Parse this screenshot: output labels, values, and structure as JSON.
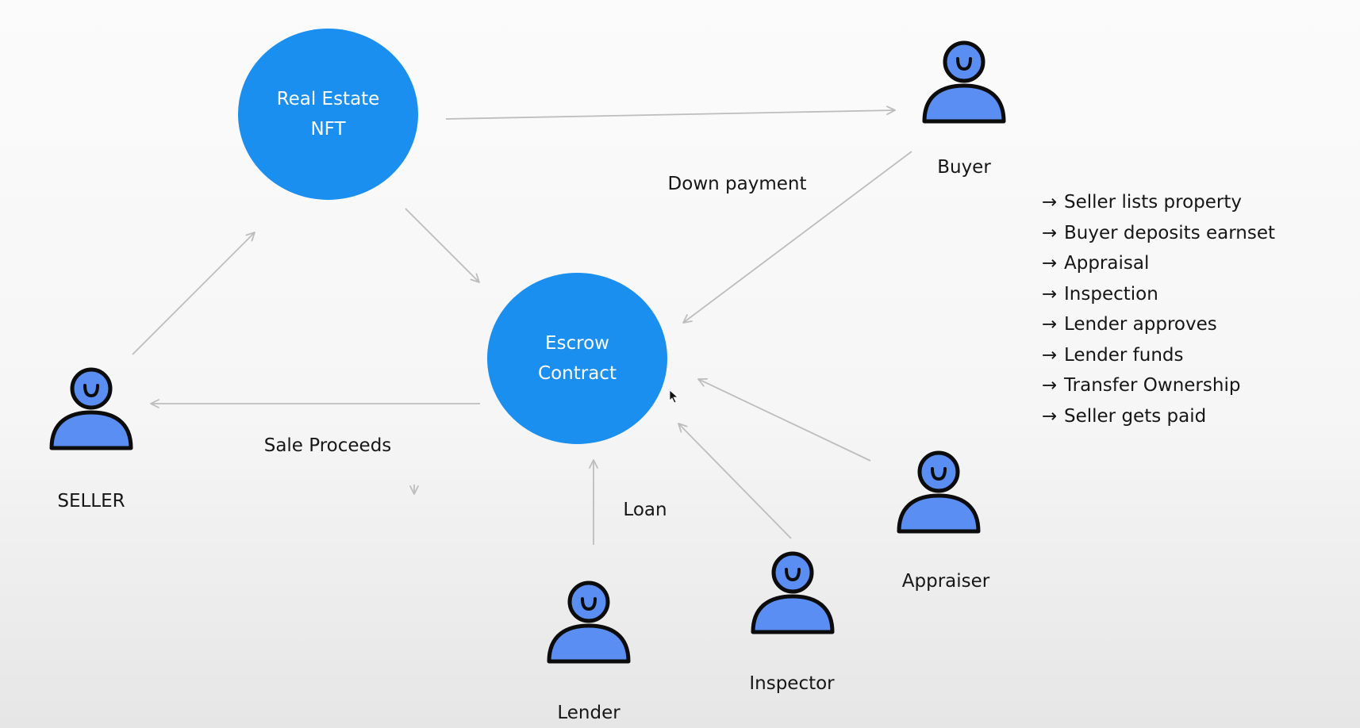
{
  "colors": {
    "node_fill": "#1a8ff0",
    "person_fill": "#5b8ef2",
    "person_stroke": "#0c0c0c",
    "arrow": "#bdbdbd",
    "text": "#161616"
  },
  "nodes": {
    "nft": {
      "line1": "Real Estate",
      "line2": "NFT"
    },
    "escrow": {
      "line1": "Escrow",
      "line2": "Contract"
    }
  },
  "actors": {
    "seller": {
      "label": "SELLER",
      "icon": "person-icon"
    },
    "buyer": {
      "label": "Buyer",
      "icon": "person-icon"
    },
    "lender": {
      "label": "Lender",
      "icon": "person-icon"
    },
    "inspector": {
      "label": "Inspector",
      "icon": "person-icon"
    },
    "appraiser": {
      "label": "Appraiser",
      "icon": "person-icon"
    }
  },
  "edges": {
    "down_payment": "Down payment",
    "sale_proceeds": "Sale Proceeds",
    "loan": "Loan"
  },
  "steps_arrow": "→",
  "steps": [
    "Seller lists property",
    "Buyer deposits earnset",
    "Appraisal",
    "Inspection",
    "Lender approves",
    "Lender funds",
    "Transfer Ownership",
    "Seller gets paid"
  ]
}
